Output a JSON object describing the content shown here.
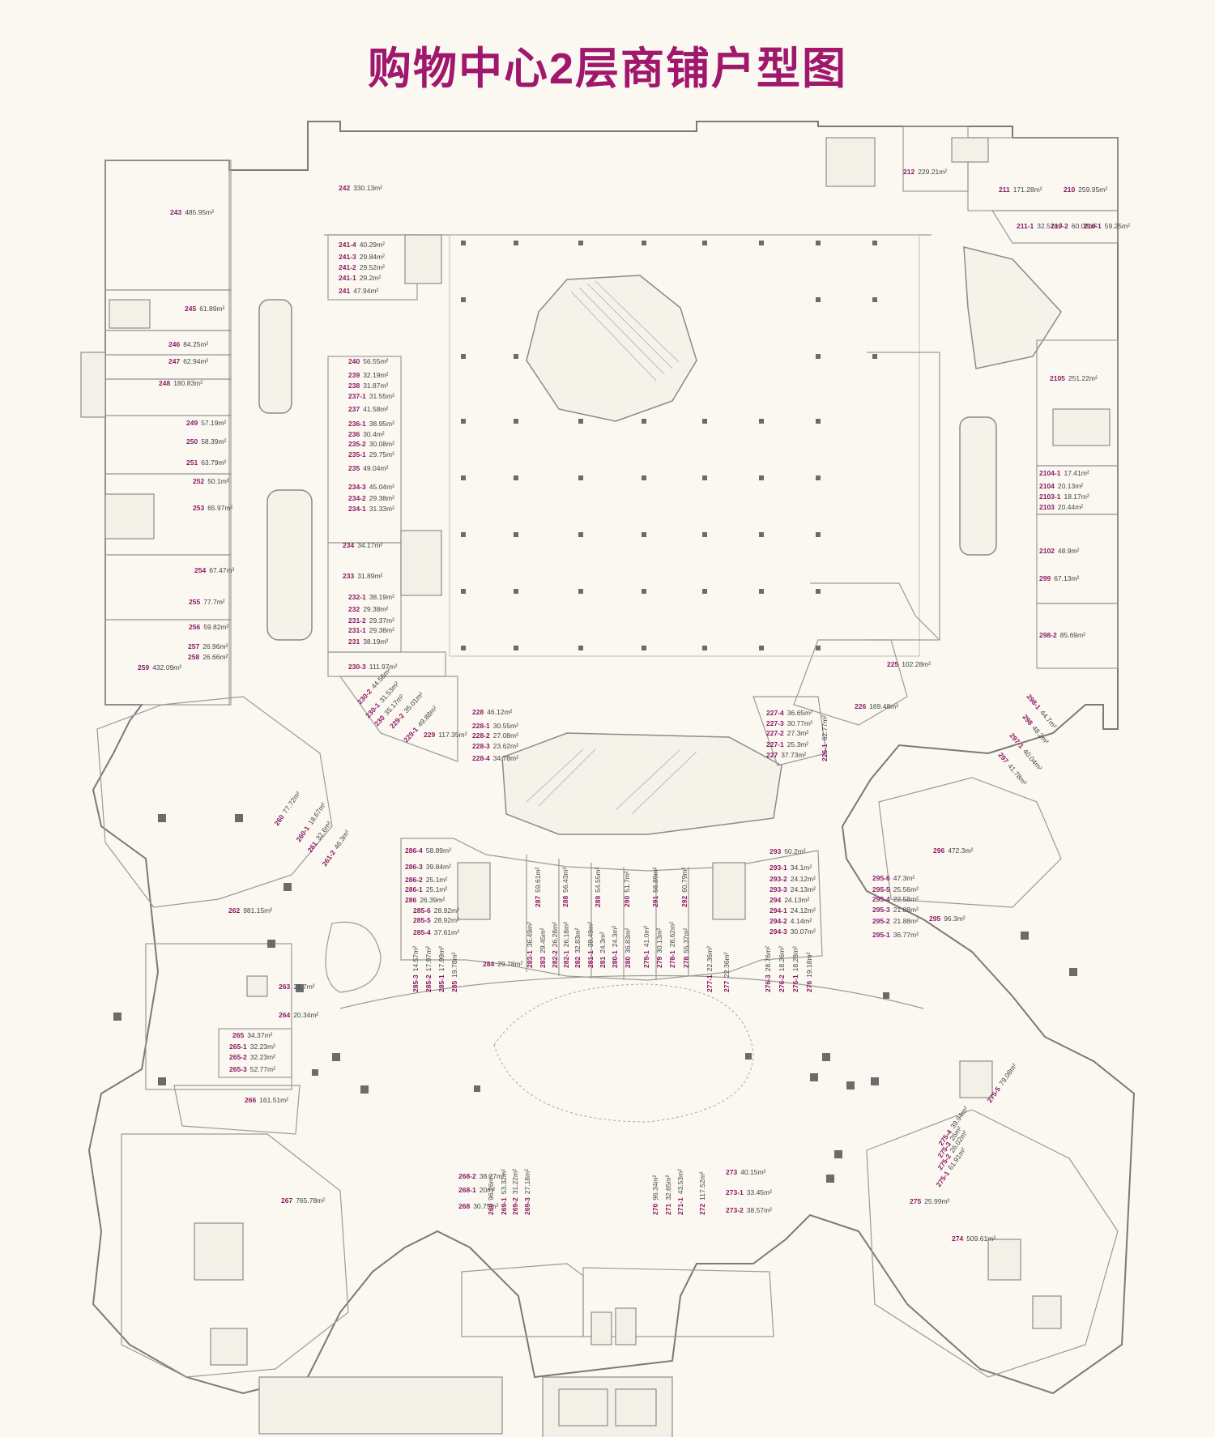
{
  "title": "购物中心2层商铺户型图",
  "colors": {
    "title": "#a0186e",
    "unit_no": "#8b1a64",
    "wall": "#7a7a7a",
    "background": "#fbf8f1"
  },
  "units": [
    {
      "no": "243",
      "area": "485.95m²"
    },
    {
      "no": "242",
      "area": "330.13m²"
    },
    {
      "no": "241-4",
      "area": "40.29m²"
    },
    {
      "no": "241-3",
      "area": "29.84m²"
    },
    {
      "no": "241-2",
      "area": "29.52m²"
    },
    {
      "no": "241-1",
      "area": "29.2m²"
    },
    {
      "no": "241",
      "area": "47.94m²"
    },
    {
      "no": "245",
      "area": "61.89m²"
    },
    {
      "no": "246",
      "area": "84.25m²"
    },
    {
      "no": "247",
      "area": "62.94m²"
    },
    {
      "no": "248",
      "area": "180.83m²"
    },
    {
      "no": "249",
      "area": "57.19m²"
    },
    {
      "no": "250",
      "area": "58.39m²"
    },
    {
      "no": "251",
      "area": "63.79m²"
    },
    {
      "no": "252",
      "area": "50.1m²"
    },
    {
      "no": "253",
      "area": "65.97m²"
    },
    {
      "no": "254",
      "area": "67.47m²"
    },
    {
      "no": "255",
      "area": "77.7m²"
    },
    {
      "no": "256",
      "area": "59.82m²"
    },
    {
      "no": "257",
      "area": "26.96m²"
    },
    {
      "no": "258",
      "area": "26.66m²"
    },
    {
      "no": "259",
      "area": "432.09m²"
    },
    {
      "no": "240",
      "area": "56.55m²"
    },
    {
      "no": "239",
      "area": "32.19m²"
    },
    {
      "no": "238",
      "area": "31.87m²"
    },
    {
      "no": "237-1",
      "area": "31.55m²"
    },
    {
      "no": "237",
      "area": "41.58m²"
    },
    {
      "no": "236-1",
      "area": "38.95m²"
    },
    {
      "no": "236",
      "area": "30.4m²"
    },
    {
      "no": "235-2",
      "area": "30.08m²"
    },
    {
      "no": "235-1",
      "area": "29.75m²"
    },
    {
      "no": "235",
      "area": "49.04m²"
    },
    {
      "no": "234-3",
      "area": "45.04m²"
    },
    {
      "no": "234-2",
      "area": "29.38m²"
    },
    {
      "no": "234-1",
      "area": "31.33m²"
    },
    {
      "no": "234",
      "area": "34.17m²"
    },
    {
      "no": "233",
      "area": "31.89m²"
    },
    {
      "no": "232-1",
      "area": "38.19m²"
    },
    {
      "no": "232",
      "area": "29.38m²"
    },
    {
      "no": "231-2",
      "area": "29.37m²"
    },
    {
      "no": "231-1",
      "area": "29.38m²"
    },
    {
      "no": "231",
      "area": "38.19m²"
    },
    {
      "no": "230-3",
      "area": "111.97m²"
    },
    {
      "no": "230-2",
      "area": "44.56m²"
    },
    {
      "no": "230-1",
      "area": "31.53m²"
    },
    {
      "no": "230",
      "area": "35.17m²"
    },
    {
      "no": "229-2",
      "area": "35.01m²"
    },
    {
      "no": "229-1",
      "area": "49.88m²"
    },
    {
      "no": "229",
      "area": "117.35m²"
    },
    {
      "no": "228",
      "area": "46.12m²"
    },
    {
      "no": "228-1",
      "area": "30.55m²"
    },
    {
      "no": "228-2",
      "area": "27.08m²"
    },
    {
      "no": "228-3",
      "area": "23.62m²"
    },
    {
      "no": "228-4",
      "area": "34.78m²"
    },
    {
      "no": "212",
      "area": "229.21m²"
    },
    {
      "no": "211",
      "area": "171.28m²"
    },
    {
      "no": "210",
      "area": "259.95m²"
    },
    {
      "no": "211-1",
      "area": "32.51m²"
    },
    {
      "no": "210-2",
      "area": "60.08m²"
    },
    {
      "no": "210-1",
      "area": "59.25m²"
    },
    {
      "no": "2105",
      "area": "251.22m²"
    },
    {
      "no": "2104-1",
      "area": "17.41m²"
    },
    {
      "no": "2104",
      "area": "20.13m²"
    },
    {
      "no": "2103-1",
      "area": "18.17m²"
    },
    {
      "no": "2103",
      "area": "20.44m²"
    },
    {
      "no": "2102",
      "area": "48.9m²"
    },
    {
      "no": "299",
      "area": "67.13m²"
    },
    {
      "no": "298-2",
      "area": "85.69m²"
    },
    {
      "no": "298-1",
      "area": "44.7m²"
    },
    {
      "no": "298",
      "area": "48.2m²"
    },
    {
      "no": "297-1",
      "area": "40.04m²"
    },
    {
      "no": "297",
      "area": "41.78m²"
    },
    {
      "no": "225",
      "area": "102.28m²"
    },
    {
      "no": "226",
      "area": "169.48m²"
    },
    {
      "no": "227-4",
      "area": "36.65m²"
    },
    {
      "no": "227-3",
      "area": "30.77m²"
    },
    {
      "no": "227-2",
      "area": "27.3m²"
    },
    {
      "no": "227-1",
      "area": "25.3m²"
    },
    {
      "no": "227",
      "area": "37.73m²"
    },
    {
      "no": "226-1",
      "area": "62.77m²"
    },
    {
      "no": "296",
      "area": "472.3m²"
    },
    {
      "no": "295-6",
      "area": "47.3m²"
    },
    {
      "no": "295-5",
      "area": "25.56m²"
    },
    {
      "no": "295-4",
      "area": "22.58m²"
    },
    {
      "no": "295-3",
      "area": "21.88m²"
    },
    {
      "no": "295-2",
      "area": "21.88m²"
    },
    {
      "no": "295-1",
      "area": "36.77m²"
    },
    {
      "no": "295",
      "area": "96.3m²"
    },
    {
      "no": "260",
      "area": "77.72m²"
    },
    {
      "no": "260-1",
      "area": "18.67m²"
    },
    {
      "no": "261",
      "area": "32.6m²"
    },
    {
      "no": "261-2",
      "area": "46.3m²"
    },
    {
      "no": "262",
      "area": "981.15m²"
    },
    {
      "no": "286-4",
      "area": "58.89m²"
    },
    {
      "no": "286-3",
      "area": "39.84m²"
    },
    {
      "no": "286-2",
      "area": "25.1m²"
    },
    {
      "no": "286-1",
      "area": "25.1m²"
    },
    {
      "no": "286",
      "area": "26.39m²"
    },
    {
      "no": "285-6",
      "area": "28.92m²"
    },
    {
      "no": "285-5",
      "area": "28.92m²"
    },
    {
      "no": "285-4",
      "area": "37.61m²"
    },
    {
      "no": "284",
      "area": "29.78m²"
    },
    {
      "no": "293",
      "area": "50.2m²"
    },
    {
      "no": "293-1",
      "area": "34.1m²"
    },
    {
      "no": "293-2",
      "area": "24.12m²"
    },
    {
      "no": "293-3",
      "area": "24.13m²"
    },
    {
      "no": "294",
      "area": "24.13m²"
    },
    {
      "no": "294-1",
      "area": "24.12m²"
    },
    {
      "no": "294-2",
      "area": "4.14m²"
    },
    {
      "no": "294-3",
      "area": "30.07m²"
    },
    {
      "no": "263",
      "area": "22.7m²"
    },
    {
      "no": "264",
      "area": "20.34m²"
    },
    {
      "no": "265",
      "area": "34.37m²"
    },
    {
      "no": "265-1",
      "area": "32.23m²"
    },
    {
      "no": "265-2",
      "area": "32.23m²"
    },
    {
      "no": "265-3",
      "area": "52.77m²"
    },
    {
      "no": "266",
      "area": "161.51m²"
    },
    {
      "no": "267",
      "area": "765.78m²"
    },
    {
      "no": "268-2",
      "area": "38.27m²"
    },
    {
      "no": "268-1",
      "area": "20m²"
    },
    {
      "no": "268",
      "area": "30.75m²"
    },
    {
      "no": "273",
      "area": "40.15m²"
    },
    {
      "no": "273-1",
      "area": "33.45m²"
    },
    {
      "no": "273-2",
      "area": "38.57m²"
    },
    {
      "no": "275-5",
      "area": "79.08m²"
    },
    {
      "no": "275-4",
      "area": "39.94m²"
    },
    {
      "no": "275-3",
      "area": "26m²"
    },
    {
      "no": "275-2",
      "area": "26.02m²"
    },
    {
      "no": "275-1",
      "area": "61.91m²"
    },
    {
      "no": "275",
      "area": "25.99m²"
    },
    {
      "no": "274",
      "area": "509.61m²"
    }
  ],
  "vertical_units": [
    {
      "no": "287",
      "area": "59.61m²"
    },
    {
      "no": "288",
      "area": "56.43m²"
    },
    {
      "no": "289",
      "area": "54.55m²"
    },
    {
      "no": "290",
      "area": "51.7m²"
    },
    {
      "no": "291",
      "area": "56.89m²"
    },
    {
      "no": "292",
      "area": "60.79m²"
    },
    {
      "no": "283-1",
      "area": "36.49m²"
    },
    {
      "no": "283",
      "area": "29.45m²"
    },
    {
      "no": "282-2",
      "area": "26.28m²"
    },
    {
      "no": "282-1",
      "area": "26.18m²"
    },
    {
      "no": "282",
      "area": "32.83m²"
    },
    {
      "no": "281-1",
      "area": "39.49m²"
    },
    {
      "no": "281",
      "area": "24.3m²"
    },
    {
      "no": "280-1",
      "area": "24.3m²"
    },
    {
      "no": "280",
      "area": "36.83m²"
    },
    {
      "no": "279-1",
      "area": "41.0m²"
    },
    {
      "no": "279",
      "area": "30.13m²"
    },
    {
      "no": "278-1",
      "area": "28.62m²"
    },
    {
      "no": "278",
      "area": "55.37m²"
    },
    {
      "no": "277-1",
      "area": "22.36m²"
    },
    {
      "no": "277",
      "area": "22.36m²"
    },
    {
      "no": "276-3",
      "area": "28.76m²"
    },
    {
      "no": "276-2",
      "area": "18.26m²"
    },
    {
      "no": "276-1",
      "area": "18.28m²"
    },
    {
      "no": "276",
      "area": "19.18m²"
    },
    {
      "no": "285-3",
      "area": "14.57m²"
    },
    {
      "no": "285-2",
      "area": "17.97m²"
    },
    {
      "no": "285-1",
      "area": "17.99m²"
    },
    {
      "no": "285",
      "area": "19.78m²"
    },
    {
      "no": "269",
      "area": "96.26m²"
    },
    {
      "no": "269-1",
      "area": "53.32m²"
    },
    {
      "no": "269-2",
      "area": "31.22m²"
    },
    {
      "no": "269-3",
      "area": "27.18m²"
    },
    {
      "no": "270",
      "area": "96.34m²"
    },
    {
      "no": "271",
      "area": "32.65m²"
    },
    {
      "no": "271-1",
      "area": "43.53m²"
    },
    {
      "no": "272",
      "area": "117.52m²"
    }
  ]
}
